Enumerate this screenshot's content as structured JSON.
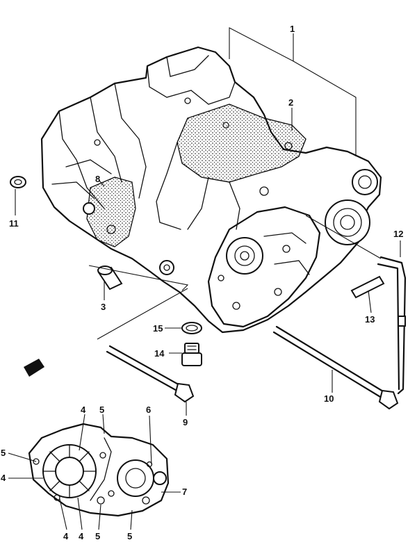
{
  "callouts": {
    "c1": "1",
    "c2": "2",
    "c3": "3",
    "c4a": "4",
    "c4b": "4",
    "c4c": "4",
    "c4d": "4",
    "c5a": "5",
    "c5b": "5",
    "c5c": "5",
    "c5d": "5",
    "c6": "6",
    "c7": "7",
    "c8": "8",
    "c9": "9",
    "c10": "10",
    "c11": "11",
    "c12": "12",
    "c13": "13",
    "c14": "14",
    "c15": "15"
  },
  "colors": {
    "ink": "#111111",
    "paper": "#ffffff"
  }
}
